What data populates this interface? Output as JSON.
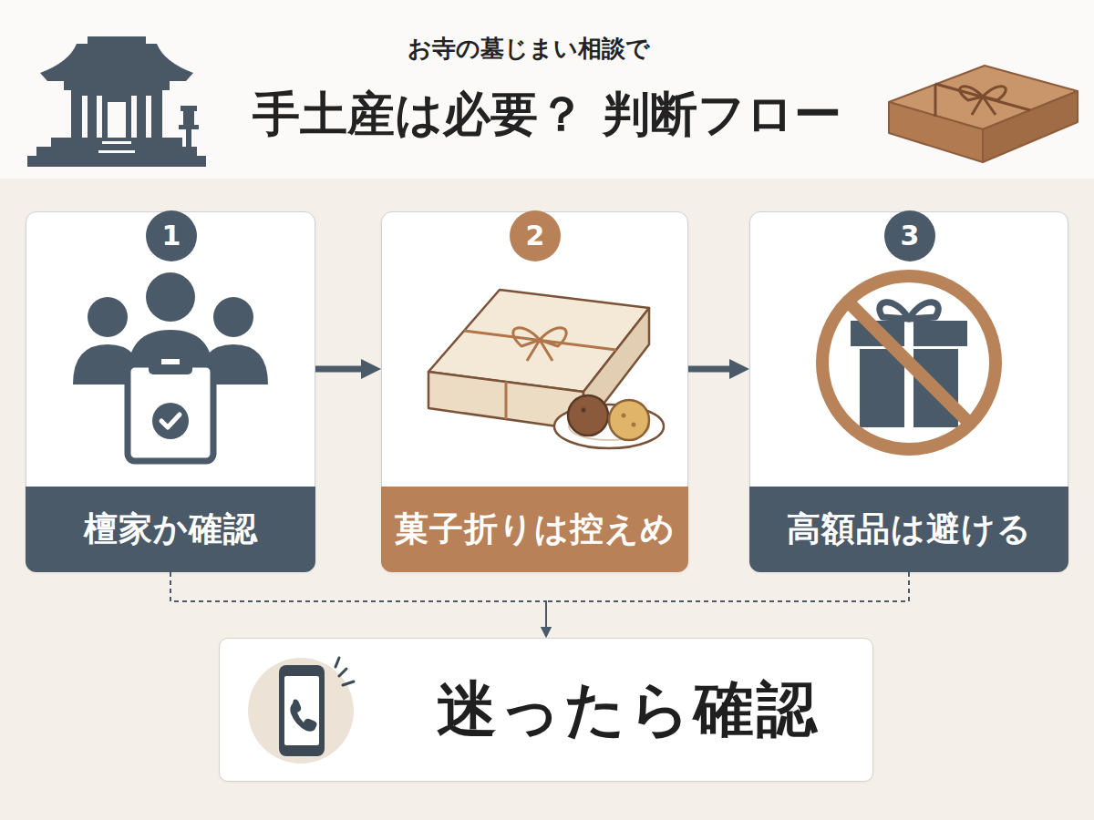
{
  "diagram": {
    "title": "手土産は必要？ 判断フロー",
    "nodes": [
      {
        "text": [
          "檀家か確認"
        ]
      },
      {
        "text": [
          "1"
        ],
        "in": 0
      },
      {
        "text": [
          "菓子折りは控えめ"
        ]
      },
      {
        "text": [
          "2"
        ],
        "in": 2
      },
      {
        "text": [
          "高額品は避ける"
        ]
      },
      {
        "text": [
          "3"
        ],
        "in": 4
      },
      {
        "text": [
          "迷ったら確認"
        ]
      }
    ],
    "edges": [
      {
        "from": 0,
        "to": 2,
        "arrow": "to"
      },
      {
        "from": 2,
        "to": 4,
        "arrow": "to"
      },
      {
        "from": 0,
        "to": 6,
        "arrow": "to"
      },
      {
        "from": 4,
        "to": 6,
        "arrow": "to"
      }
    ],
    "labels": [
      "お寺の墓じまい相談で"
    ]
  }
}
